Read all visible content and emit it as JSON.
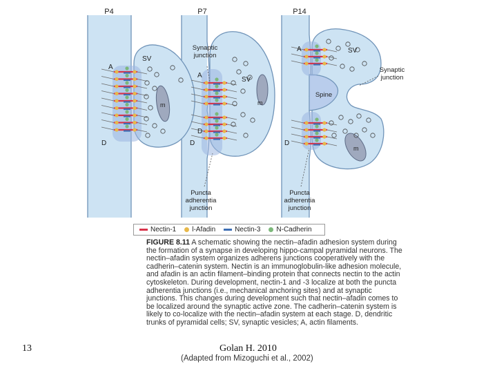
{
  "slide_number": "13",
  "footer_text": "Golan H. 2010",
  "panels": [
    {
      "stage": "P4",
      "labels": {
        "actin": "A",
        "sv": "SV",
        "dendrite": "D",
        "mito": "m"
      }
    },
    {
      "stage": "P7",
      "labels": {
        "actin": "A",
        "sv": "SV",
        "dendrite": "D",
        "mito": "m",
        "synaptic_junction": [
          "Synaptic",
          "junction"
        ],
        "puncta": [
          "Puncta",
          "adherentia",
          "junction"
        ]
      }
    },
    {
      "stage": "P14",
      "labels": {
        "actin": "A",
        "sv": "SV",
        "dendrite": "D",
        "mito": "m",
        "spine": "Spine",
        "synaptic_junction": [
          "Synaptic",
          "junction"
        ],
        "puncta": [
          "Puncta",
          "adherentia",
          "junction"
        ]
      }
    }
  ],
  "legend": [
    {
      "label": "Nectin-1",
      "color": "#d8334a",
      "shape": "line"
    },
    {
      "label": "l-Afadin",
      "color": "#e8b84a",
      "shape": "dot"
    },
    {
      "label": "Nectin-3",
      "color": "#3e6fb5",
      "shape": "line"
    },
    {
      "label": "N-Cadherin",
      "color": "#7cb87a",
      "shape": "dot"
    }
  ],
  "colors": {
    "dendrite": "#cde3f3",
    "dendrite_edge": "#6f93b8",
    "junction_glow": "#9db7e0",
    "mito": "#9fa9be"
  },
  "caption": {
    "label": "FIGURE 8.11",
    "text": "A schematic showing the nectin–afadin adhesion system during the formation of a synapse in developing hippo-campal pyramidal neurons. The nectin–afadin system organizes adherens junctions cooperatively with the cadherin–catenin system. Nectin is an immunoglobulin-like adhesion molecule, and afadin is an actin filament–binding protein that connects nectin to the actin cytoskeleton. During development, nectin-1 and -3 localize at both the puncta adherentia junctions (i.e., mechanical anchoring sites) and at synaptic junctions. This changes during development such that nectin–afadin comes to be localized around the synaptic active zone. The cadherin–catenin system is likely to co-localize with the nectin–afadin system at each stage. D, dendritic trunks of pyramidal cells; SV, synaptic vesicles; A, actin filaments."
  },
  "credit": "(Adapted from Mizoguchi et al., 2002)"
}
